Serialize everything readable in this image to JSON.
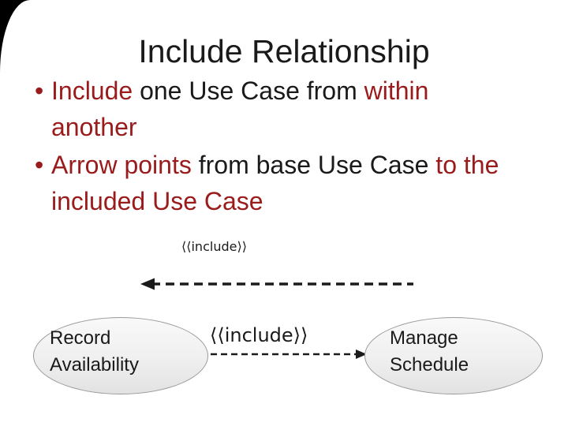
{
  "slide": {
    "title": "Include Relationship",
    "bullet_glyph": "•",
    "bullets": [
      {
        "segments": [
          {
            "text": "Include ",
            "red": true
          },
          {
            "text": "one Use Case from ",
            "red": false
          },
          {
            "text": "within",
            "red": true
          },
          {
            "br": true
          },
          {
            "text": "another",
            "red": true
          }
        ]
      },
      {
        "segments": [
          {
            "text": "Arrow points ",
            "red": true
          },
          {
            "text": "from base Use Case ",
            "red": false
          },
          {
            "text": "to the",
            "red": true
          },
          {
            "br": true
          },
          {
            "text": "included Use Case",
            "red": true
          }
        ]
      }
    ],
    "colors": {
      "accent": "#9a1b1b",
      "text": "#1a1a1a",
      "corner": "#000000"
    }
  },
  "diagram": {
    "stereotype_label_top": "⟨⟨include⟩⟩",
    "stereotype_label_bottom": "⟨⟨include⟩⟩",
    "use_cases": [
      {
        "line1": "Record",
        "line2": "Availability"
      },
      {
        "line1": "Manage",
        "line2": "Schedule"
      }
    ],
    "colors": {
      "ellipse_border": "#9a9a9a",
      "ellipse_fill_top": "#f9f9f9",
      "ellipse_fill_bottom": "#e2e2e2",
      "arrow": "#1a1a1a"
    }
  }
}
